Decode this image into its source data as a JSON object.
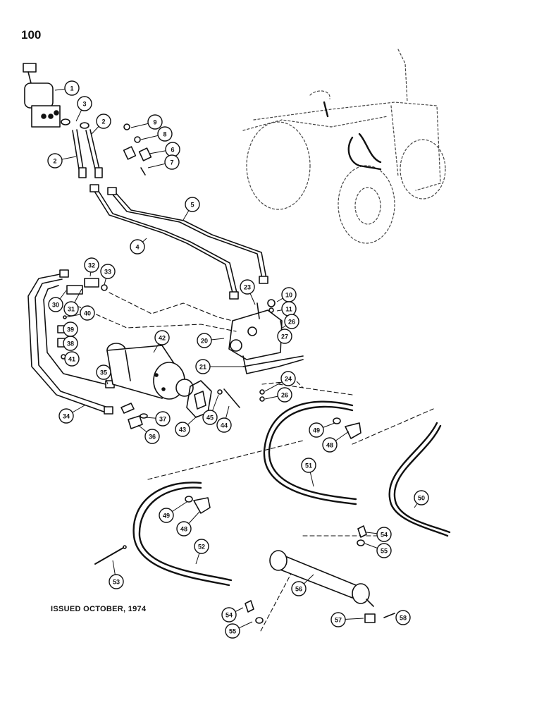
{
  "page": {
    "number": "100",
    "issued": "ISSUED OCTOBER, 1974"
  },
  "callouts": [
    "1",
    "2",
    "2",
    "3",
    "4",
    "5",
    "6",
    "7",
    "8",
    "9",
    "10",
    "11",
    "20",
    "21",
    "23",
    "24",
    "26",
    "26",
    "27",
    "30",
    "31",
    "32",
    "33",
    "34",
    "35",
    "36",
    "37",
    "38",
    "39",
    "40",
    "41",
    "42",
    "43",
    "44",
    "45",
    "48",
    "48",
    "49",
    "49",
    "50",
    "51",
    "52",
    "53",
    "54",
    "54",
    "55",
    "55",
    "56",
    "57",
    "58"
  ],
  "colors": {
    "ink": "#111111",
    "paper": "#ffffff",
    "faint": "#555555"
  }
}
